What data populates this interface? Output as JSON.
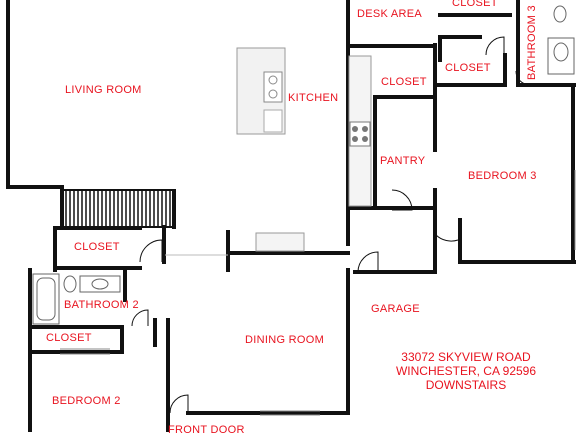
{
  "rooms": {
    "living_room": "LIVING ROOM",
    "kitchen": "KITCHEN",
    "desk_area": "DESK AREA",
    "closet_top": "CLOSET",
    "closet_kitchen": "CLOSET",
    "closet_hall": "CLOSET",
    "bathroom_3": "BATHROOM 3",
    "pantry": "PANTRY",
    "bedroom_3": "BEDROOM 3",
    "closet_left": "CLOSET",
    "bathroom_2": "BATHROOM 2",
    "closet_bed2": "CLOSET",
    "bedroom_2": "BEDROOM 2",
    "dining_room": "DINING ROOM",
    "garage": "GARAGE",
    "front_door": "FRONT DOOR"
  },
  "address": {
    "line1": "33072 SKYVIEW ROAD",
    "line2": "WINCHESTER, CA 92596",
    "line3": "DOWNSTAIRS"
  },
  "colors": {
    "label": "#e8131f",
    "wall": "#111111"
  }
}
